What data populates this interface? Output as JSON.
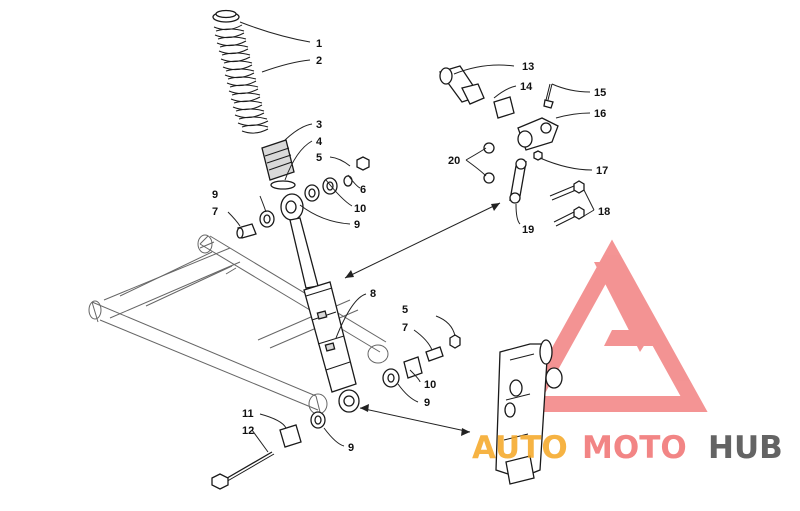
{
  "diagram": {
    "callouts": {
      "c1": "1",
      "c2": "2",
      "c3": "3",
      "c4": "4",
      "c5a": "5",
      "c6": "6",
      "c9a": "9",
      "c7a": "7",
      "c10a": "10",
      "c9b": "9",
      "c13": "13",
      "c14": "14",
      "c15": "15",
      "c16": "16",
      "c20": "20",
      "c17": "17",
      "c18": "18",
      "c19": "19",
      "c8": "8",
      "c5b": "5",
      "c7b": "7",
      "c10b": "10",
      "c9c": "9",
      "c11": "11",
      "c12": "12",
      "c9d": "9"
    }
  },
  "watermark": {
    "part1": "AUTO",
    "part2": "MOTO",
    "part3": "HUB",
    "colors": {
      "orange": "#f5a623",
      "red": "#f07070",
      "dark": "#4a4a4a"
    }
  }
}
